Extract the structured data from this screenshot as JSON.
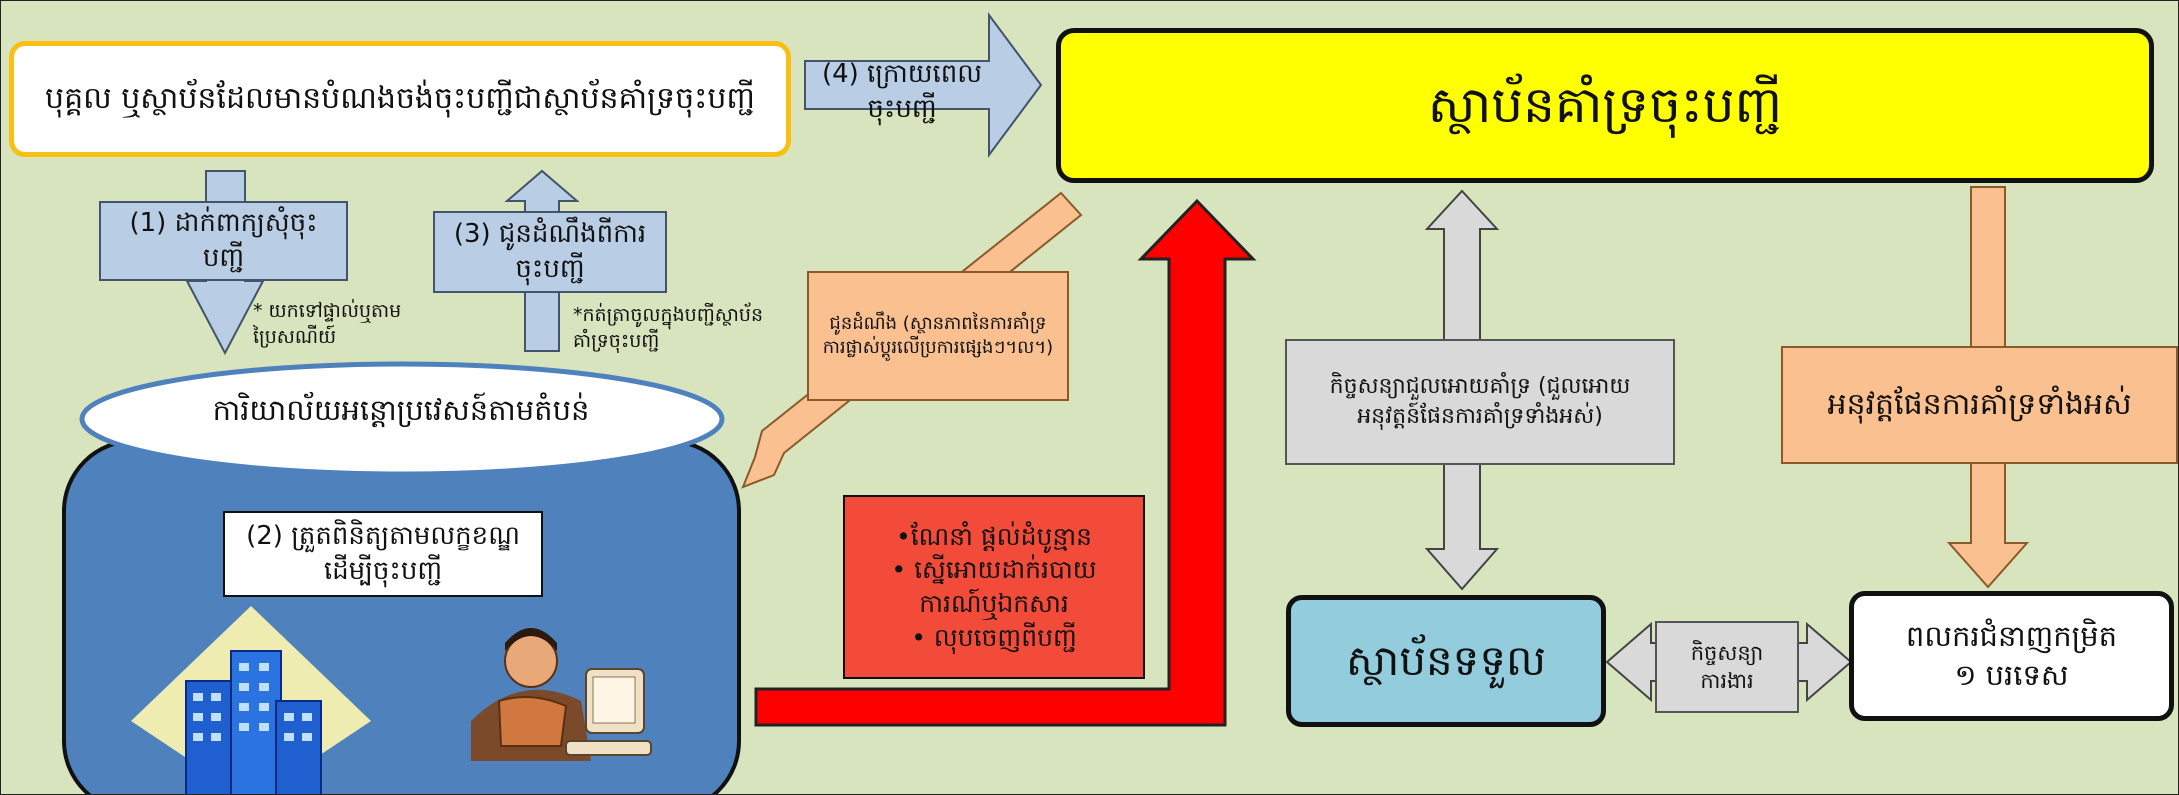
{
  "applicant": {
    "label": "បុគ្គល ឬស្ថាប័នដែលមានបំណងចង់ចុះបញ្ជីជាស្ថាប័នគាំទ្រចុះបញ្ជី"
  },
  "support_org": {
    "label": "ស្ថាប័នគាំទ្រចុះបញ្ជី"
  },
  "step1": {
    "label": "(1) ដាក់ពាក្យសុំចុះបញ្ជី",
    "note": "* យកទៅផ្ទាល់ឬតាមប្រៃសណីយ៍"
  },
  "step3": {
    "label": "(3) ជូនដំណឹងពីការចុះបញ្ជី",
    "note": "*កត់ត្រាចូលក្នុងបញ្ជីស្ថាប័នគាំទ្រចុះបញ្ជី"
  },
  "step4": {
    "label": "(4) ក្រោយពេលចុះបញ្ជី"
  },
  "notify_box": {
    "label": "ជូនដំណឹង (ស្ថានភាពនៃការគាំទ្រ ការផ្លាស់ប្តូរលើប្រការផ្សេងៗ។ល។)"
  },
  "regional_office": {
    "title": "ការិយាល័យអន្តោប្រវេសន៍តាមតំបន់",
    "step2": "(2) ត្រួតពិនិត្យតាមលក្ខខណ្ឌដើម្បីចុះបញ្ជី"
  },
  "guidance_box": {
    "items": [
      "•ណែនាំ ផ្តល់ដំបូន្មាន",
      "• ស្នើអោយដាក់របាយការណ៍ឬឯកសារ",
      "• លុបចេញពីបញ្ជី"
    ]
  },
  "contract_box": {
    "label": "កិច្ចសន្យាជួលអោយគាំទ្រ (ជួលអោយអនុវត្តន៍ផែនការគាំទ្រទាំងអស់)"
  },
  "implement_box": {
    "label": "អនុវត្តផែនការគាំទ្រទាំងអស់"
  },
  "receiver": {
    "label": "ស្ថាប័នទទួល"
  },
  "worker": {
    "line1": "ពលករជំនាញកម្រិត",
    "line2": "១ បរទេស"
  },
  "employment_contract": {
    "line1": "កិច្ចសន្យា",
    "line2": "ការងារ"
  },
  "colors": {
    "background": "#d7e4bd",
    "arrow_blue": "#b9cde5",
    "arrow_peach": "#fac090",
    "arrow_gray": "#d9d9d9",
    "arrow_red": "#ff0000",
    "office_blue": "#4f81bd",
    "support_yellow": "#ffff00",
    "receiver_cyan": "#93cddd",
    "guidance_red": "#f24b3a",
    "applicant_border": "#f9c013"
  },
  "icons": [
    "building-icon",
    "person-computer-icon"
  ]
}
